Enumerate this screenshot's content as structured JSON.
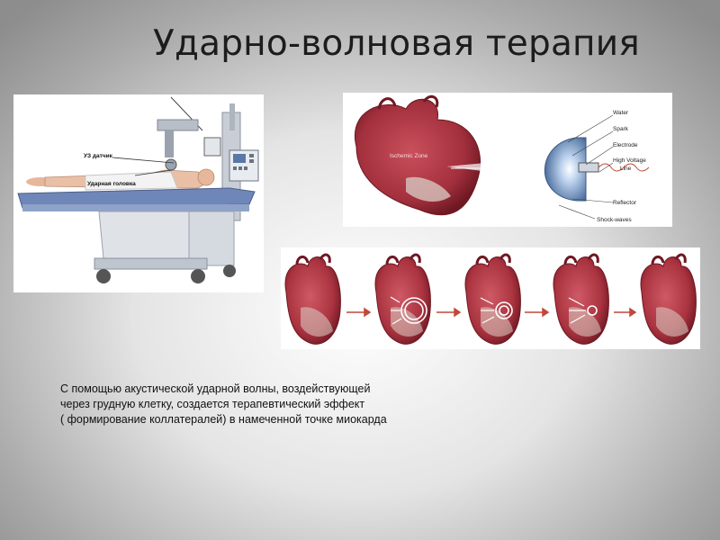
{
  "slide": {
    "title": "Ударно-волновая терапия",
    "caption_lines": [
      "С помощью акустической ударной волны, воздействующей",
      "через грудную клетку, создается терапевтический эффект",
      "( формирование коллатералей) в намеченной точке миокарда"
    ]
  },
  "figure_equipment": {
    "labels": {
      "sensor": "УЗ датчик",
      "head": "Ударная головка"
    }
  },
  "figure_heart_diagram": {
    "labels": {
      "zone": "Ischemic Zone",
      "water": "Water",
      "spark": "Spark",
      "electrode": "Electrode",
      "hv1": "High Voltage",
      "hv2": "Line",
      "reflector": "Reflector",
      "shock": "Shock-waves"
    }
  },
  "colors": {
    "heart": "#b03a45",
    "heart_dark": "#7a1c28",
    "arrow": "#c0483a",
    "bed": "#6f86b8"
  }
}
